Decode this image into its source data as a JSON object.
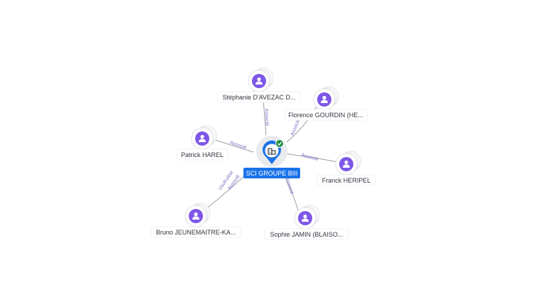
{
  "company": {
    "name": "SCI GROUPE BIII",
    "icon": "building-icon",
    "status_icon": "check-icon",
    "status_color": "#1e8e3e",
    "color": "#1a73e8"
  },
  "people": [
    {
      "id": "stephanie",
      "label": "Stéphanie D'AVEZAC D...",
      "relations": [
        "Associé"
      ]
    },
    {
      "id": "florence",
      "label": "Florence GOURDIN (HE...",
      "relations": [
        "Associé"
      ]
    },
    {
      "id": "patrick",
      "label": "Patrick HAREL",
      "relations": [
        "Associé"
      ]
    },
    {
      "id": "franck",
      "label": "Franck HERIPEL",
      "relations": [
        "Associé"
      ]
    },
    {
      "id": "bruno",
      "label": "Bruno JEUNEMAITRE-KA...",
      "relations": [
        "Usufruitier",
        "Associé"
      ]
    },
    {
      "id": "sophie",
      "label": "Sophie JAMIN (BLAISO...",
      "relations": [
        "Associé"
      ]
    }
  ],
  "colors": {
    "person": "#7e57e8",
    "edge": "#9aa0a6",
    "edge_label": "#7b6fc4"
  }
}
